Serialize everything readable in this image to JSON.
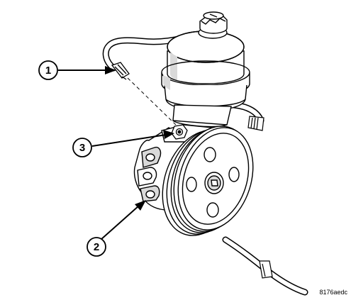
{
  "callouts": [
    {
      "label": "1"
    },
    {
      "label": "2"
    },
    {
      "label": "3"
    }
  ],
  "reference_code": "8176aedc",
  "colors": {
    "line": "#000000",
    "background": "#ffffff",
    "shade": "#d9d9d9"
  }
}
